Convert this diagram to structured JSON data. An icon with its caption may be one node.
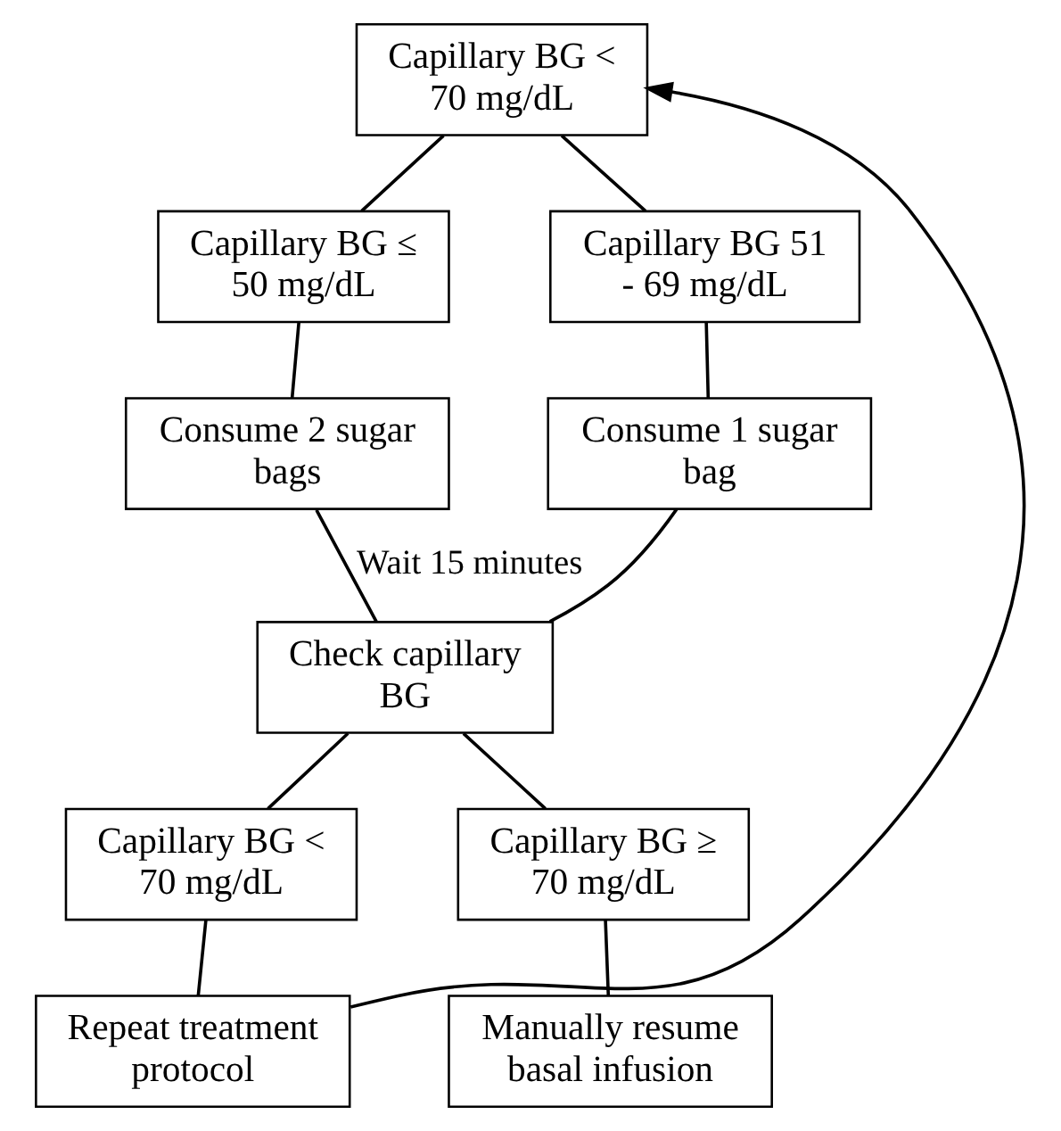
{
  "diagram": {
    "nodes": [
      {
        "text": [
          "Capillary BG < 70 mg/dL"
        ]
      },
      {
        "text": [
          "Capillary BG ≤ 50 mg/dL"
        ]
      },
      {
        "text": [
          "Capillary BG 51 - 69 mg/dL"
        ]
      },
      {
        "text": [
          "Consume 2 sugar bags"
        ]
      },
      {
        "text": [
          "Consume 1 sugar bag"
        ]
      },
      {
        "text": [
          "Check capillary BG"
        ]
      },
      {
        "text": [
          "Capillary BG < 70 mg/dL"
        ]
      },
      {
        "text": [
          "Capillary BG ≥ 70 mg/dL"
        ]
      },
      {
        "text": [
          "Repeat treatment protocol"
        ]
      },
      {
        "text": [
          "Manually resume basal infusion"
        ]
      }
    ],
    "edges": [
      {
        "from": 0,
        "to": 1,
        "arrow": "none"
      },
      {
        "from": 0,
        "to": 2,
        "arrow": "none"
      },
      {
        "from": 1,
        "to": 3,
        "arrow": "none"
      },
      {
        "from": 2,
        "to": 4,
        "arrow": "none"
      },
      {
        "from": 3,
        "to": 5,
        "arrow": "none",
        "label": "Wait 15 minutes"
      },
      {
        "from": 4,
        "to": 5,
        "arrow": "none"
      },
      {
        "from": 5,
        "to": 6,
        "arrow": "none"
      },
      {
        "from": 5,
        "to": 7,
        "arrow": "none"
      },
      {
        "from": 6,
        "to": 8,
        "arrow": "none"
      },
      {
        "from": 7,
        "to": 9,
        "arrow": "none"
      },
      {
        "from": 8,
        "to": 0,
        "arrow": "to"
      }
    ]
  }
}
